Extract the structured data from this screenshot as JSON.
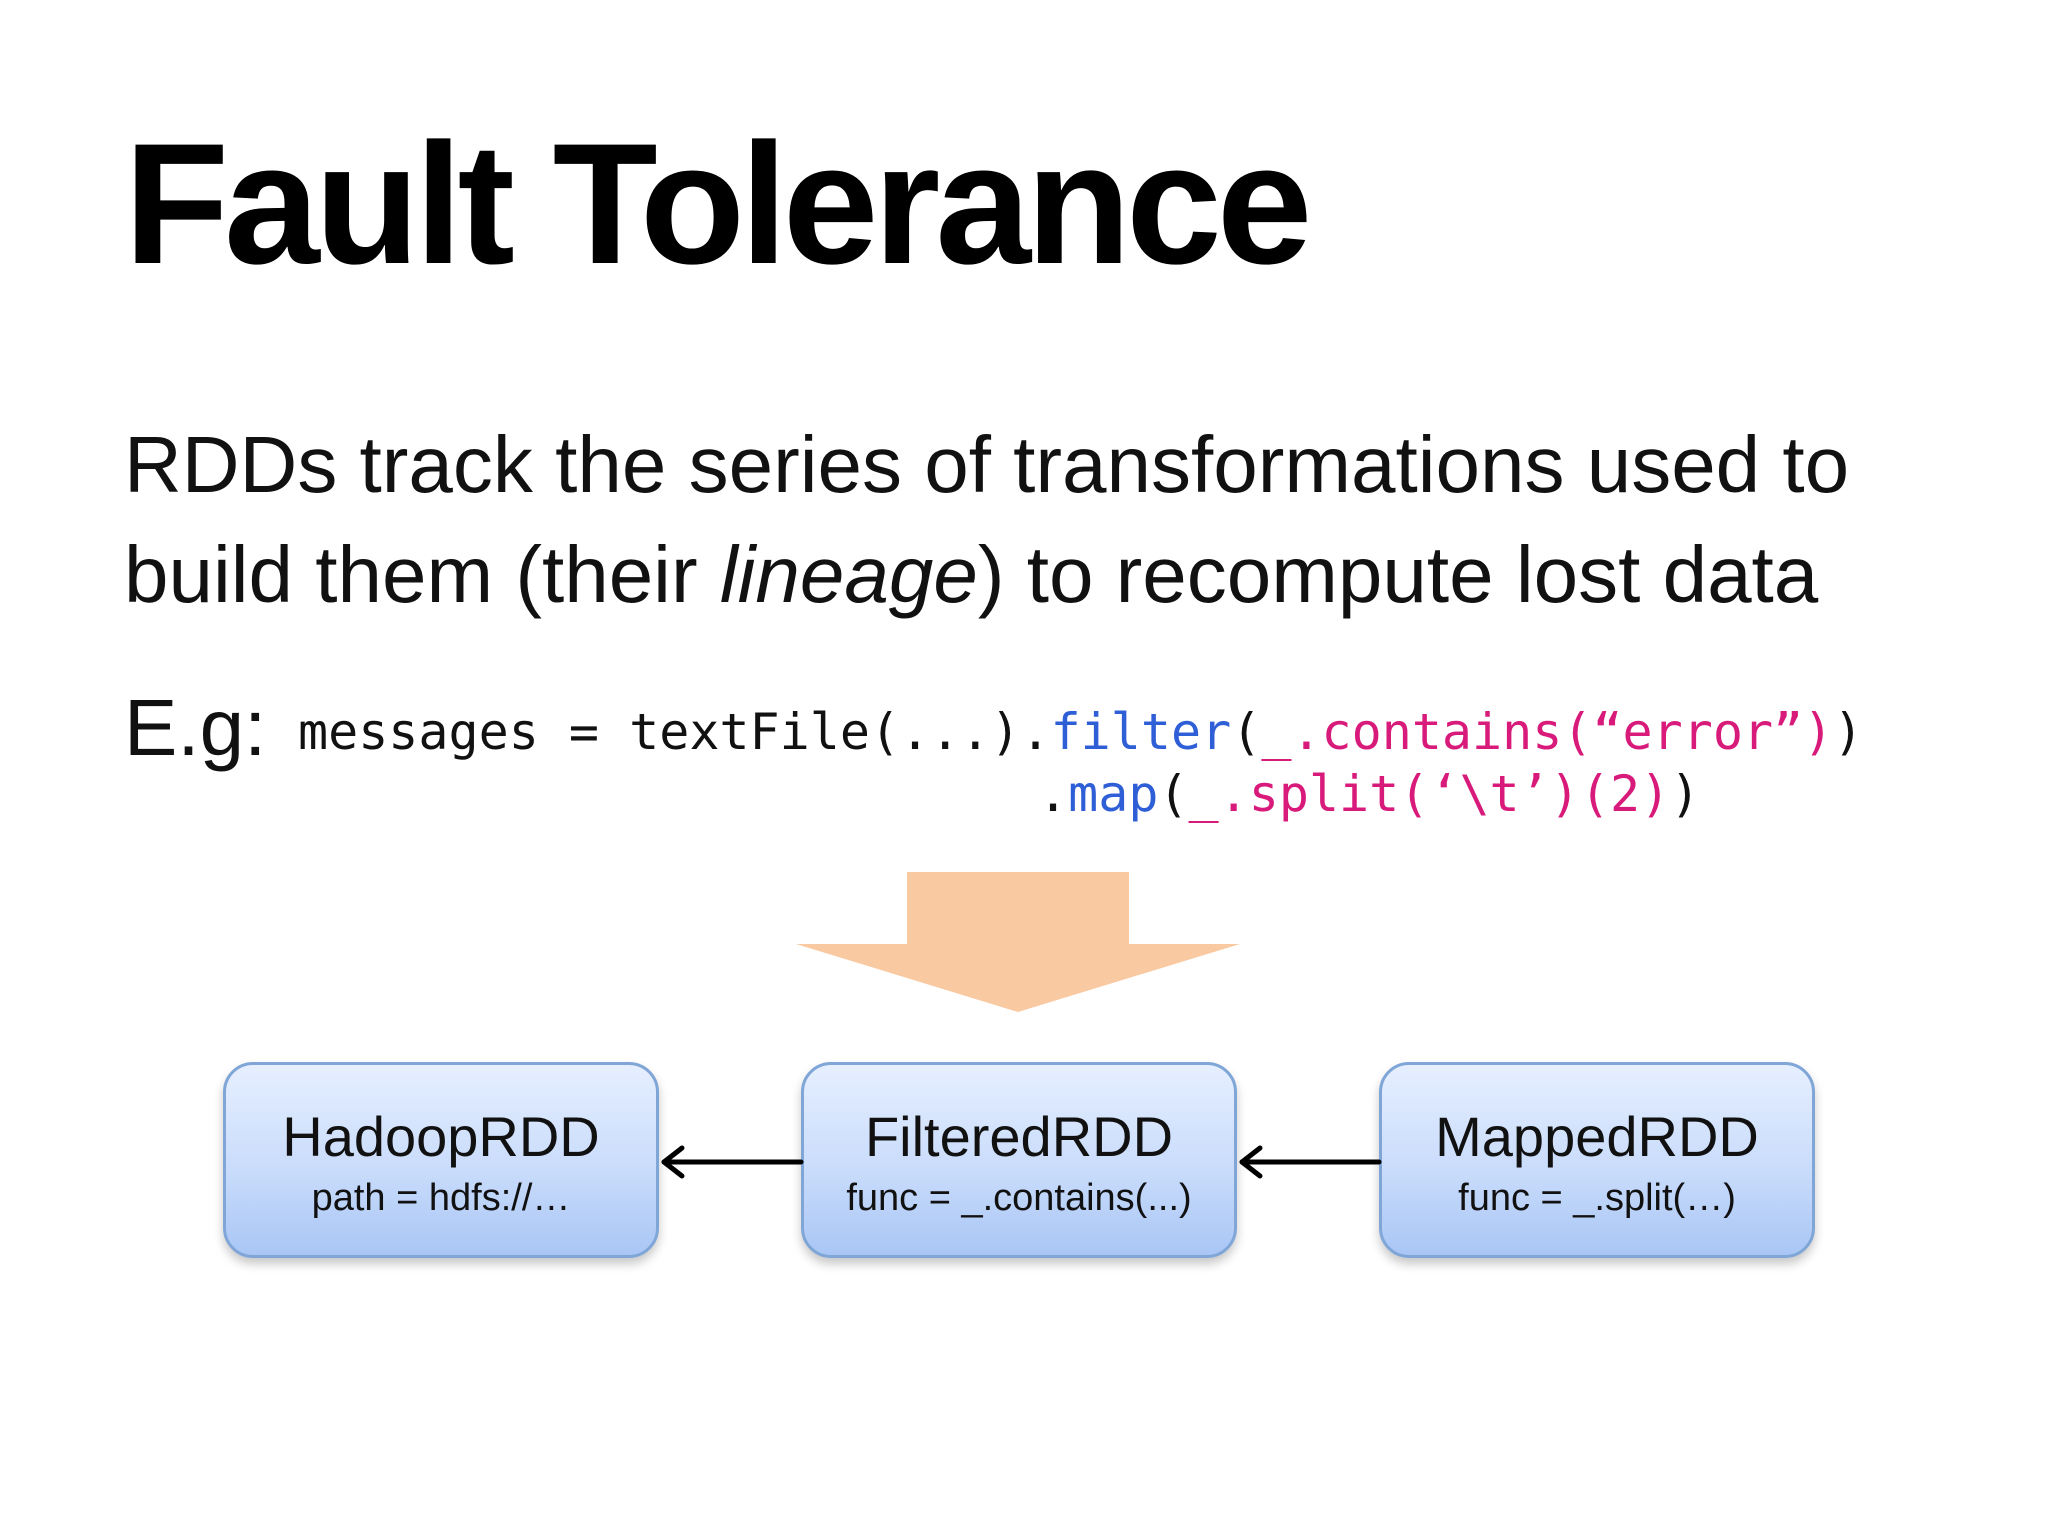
{
  "slide": {
    "title": "Fault Tolerance",
    "body_line_1": "RDDs track the series of transformations used to",
    "body_line_2_before": "build them (their ",
    "body_line_2_emphasis": "lineage",
    "body_line_2_after": ") to recompute lost data",
    "example_label": "E.g:"
  },
  "code": {
    "line1_prefix": "messages = textFile(...).",
    "line1_method": "filter",
    "line1_open": "(",
    "line1_arg": "_.contains(“error”)",
    "line1_close": ")",
    "line2_dot": ".",
    "line2_method": "map",
    "line2_open": "(",
    "line2_arg": "_.split(‘\\t’)(2)",
    "line2_close": ")"
  },
  "diagram": {
    "nodes": [
      {
        "name": "HadoopRDD",
        "detail": "path = hdfs://…"
      },
      {
        "name": "FilteredRDD",
        "detail": "func = _.contains(...)"
      },
      {
        "name": "MappedRDD",
        "detail": "func = _.split(…)"
      }
    ],
    "colors": {
      "big_arrow": "#f9c9a1",
      "node_border": "#7fa6d6",
      "node_fill_top": "#e6efff",
      "node_fill_bottom": "#a9c6f5",
      "method": "#2f5fd6",
      "argument": "#d81b7a"
    }
  }
}
